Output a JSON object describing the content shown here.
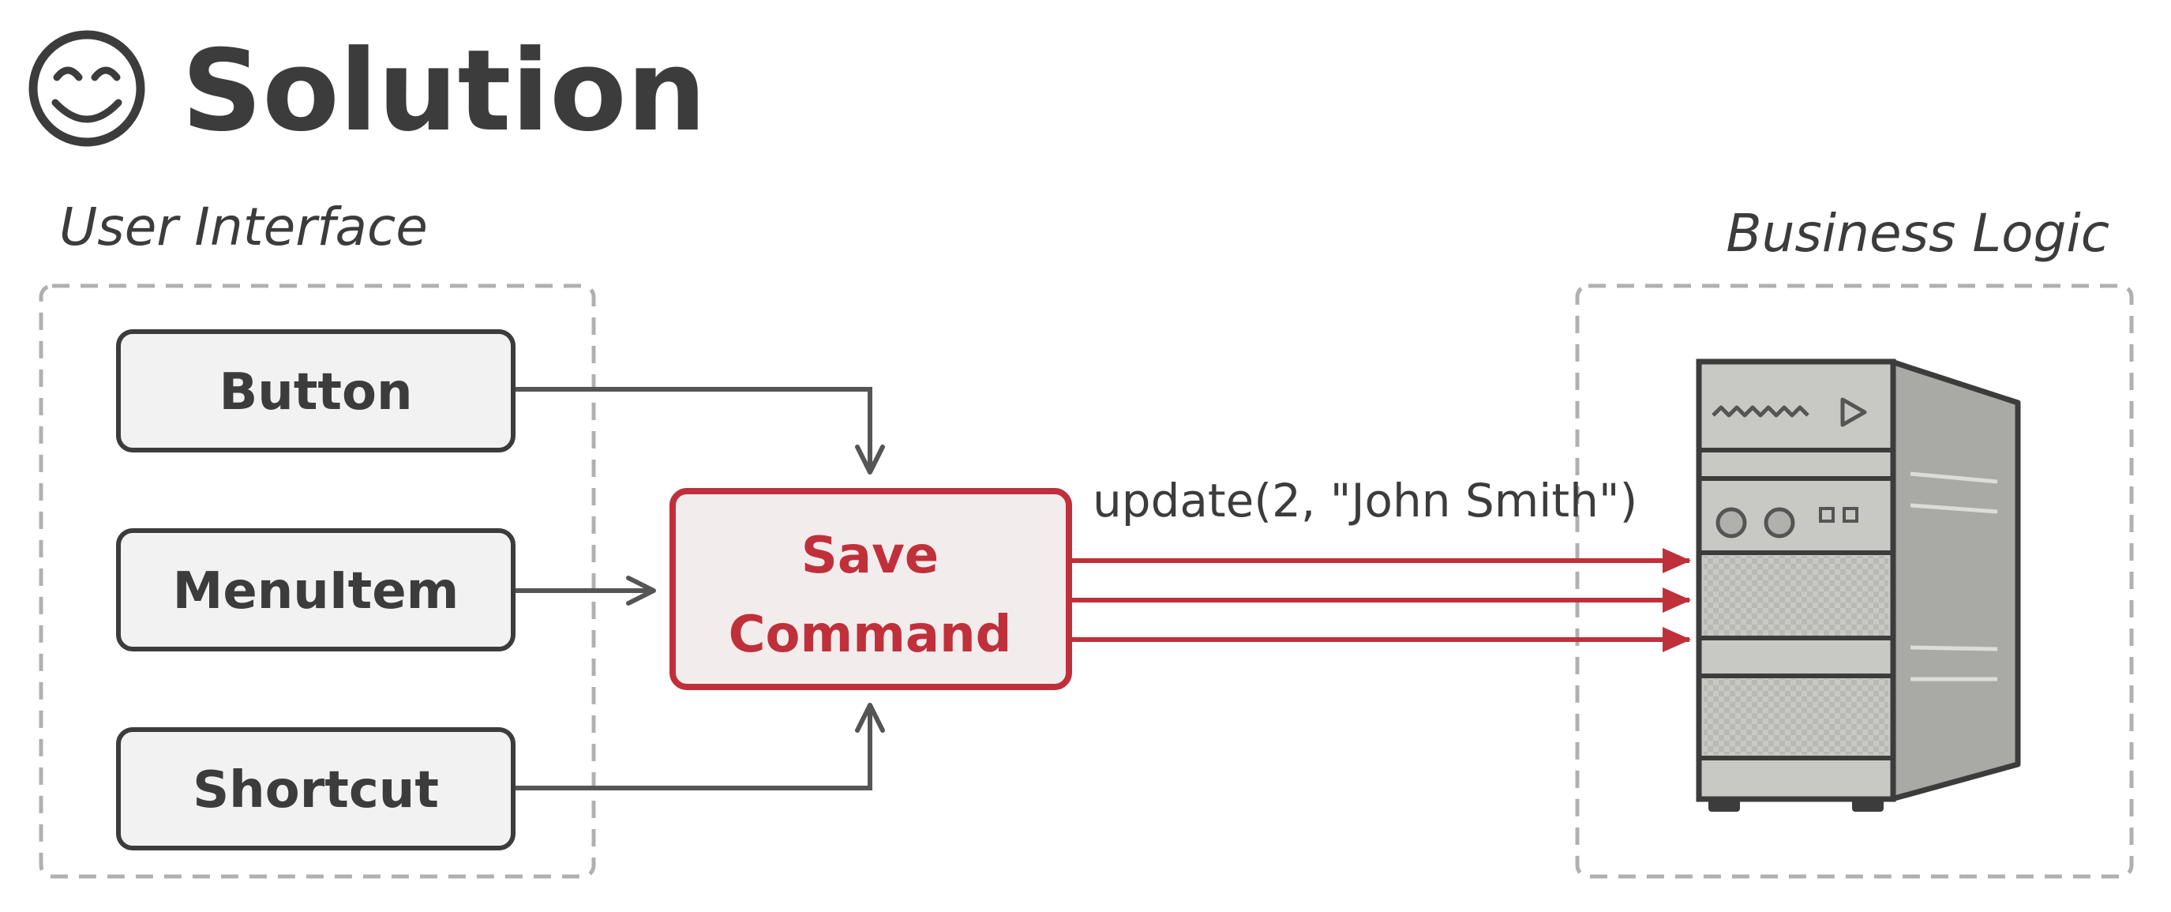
{
  "title": "Solution",
  "icon": "smiley-face-icon",
  "colors": {
    "ink": "#3c3c3c",
    "node_fill": "#f2f2f2",
    "command_stroke": "#c0303a",
    "command_fill": "#f3ecec",
    "dashed": "#b0b0b0",
    "server_body": "#c8c9c4",
    "server_side": "#a9aaa5"
  },
  "groups": {
    "ui": {
      "label": "User Interface"
    },
    "business": {
      "label": "Business Logic"
    }
  },
  "nodes": {
    "button": {
      "label": "Button"
    },
    "menuitem": {
      "label": "MenuItem"
    },
    "shortcut": {
      "label": "Shortcut"
    },
    "command": {
      "line1": "Save",
      "line2": "Command"
    }
  },
  "call_label": "update(2, \"John Smith\")",
  "server_icon": "server-icon"
}
